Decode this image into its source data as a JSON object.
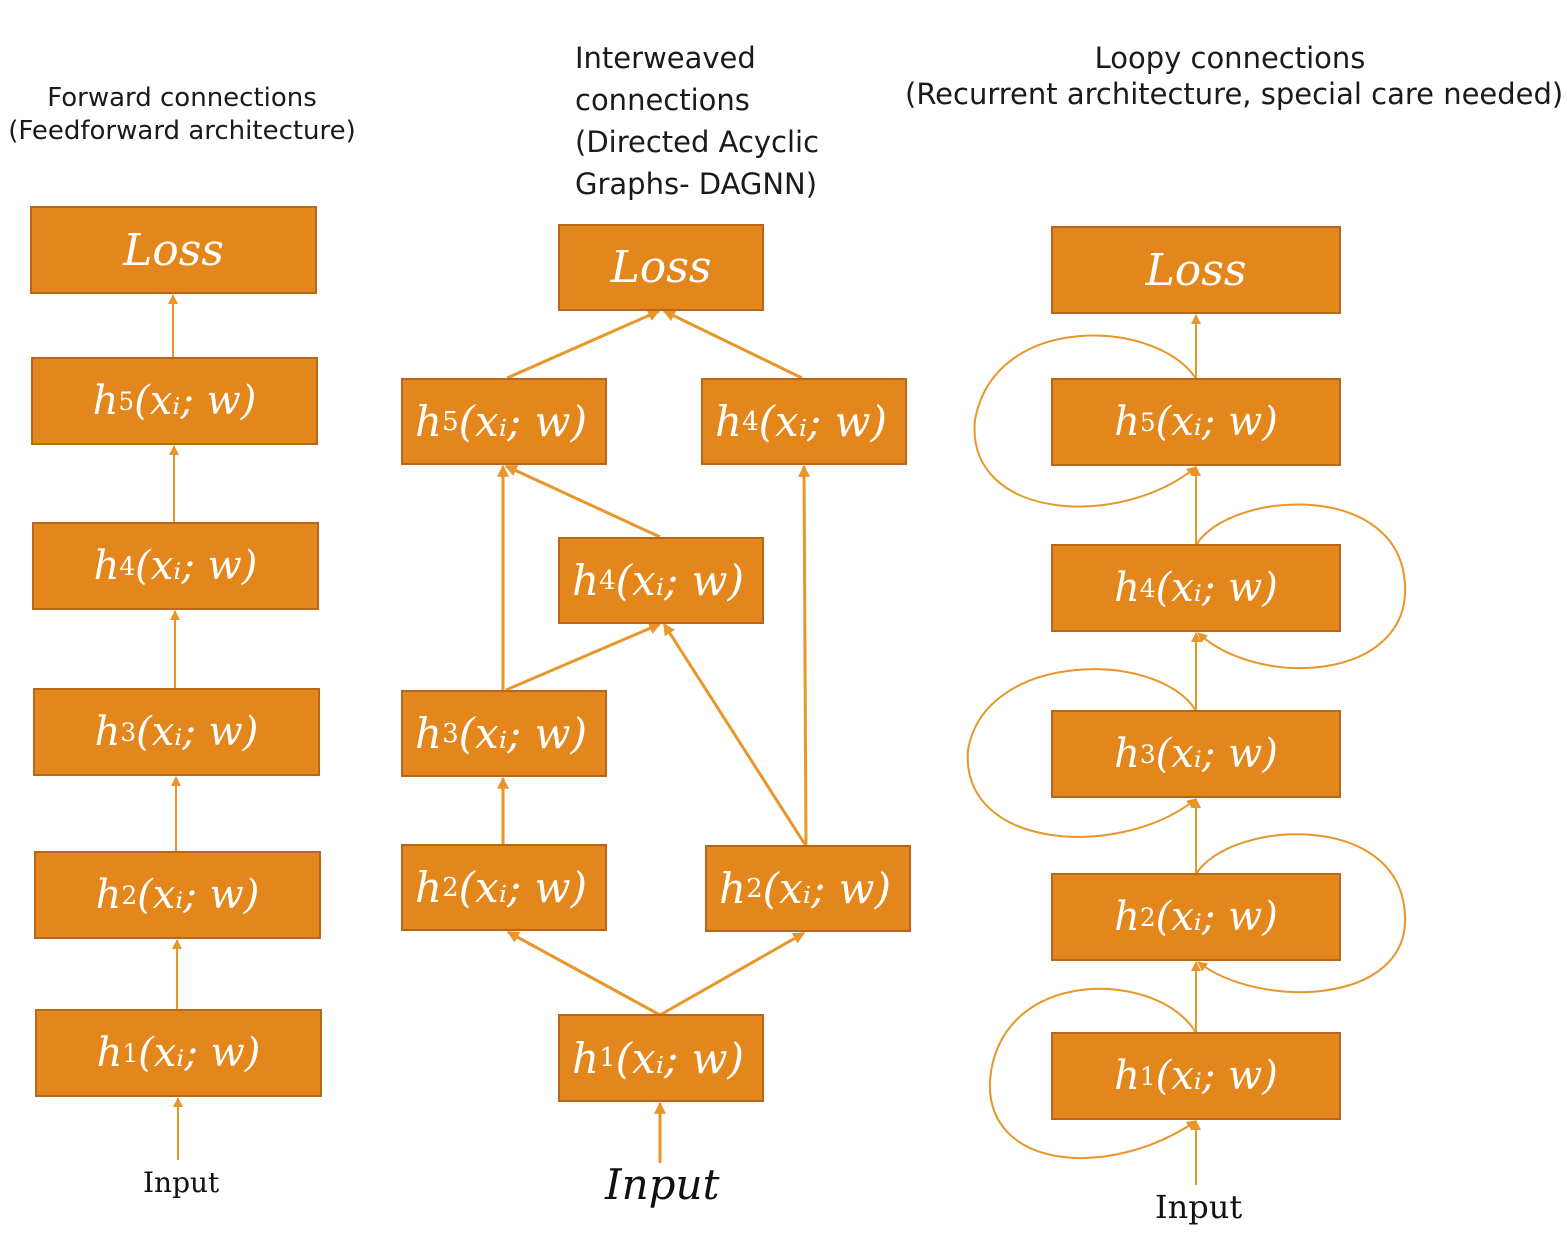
{
  "columns": {
    "feedforward": {
      "title": [
        "Forward connections",
        "(Feedforward architecture)"
      ],
      "loss": "Loss",
      "nodes": [
        {
          "h": "h",
          "sub": "5",
          "rest": "(xᵢ; w)"
        },
        {
          "h": "h",
          "sub": "4",
          "rest": "(xᵢ; w)"
        },
        {
          "h": "h",
          "sub": "3",
          "rest": "(xᵢ; w)"
        },
        {
          "h": "h",
          "sub": "2",
          "rest": "(xᵢ; w)"
        },
        {
          "h": "h",
          "sub": "1",
          "rest": "(xᵢ; w)"
        }
      ],
      "input": "Input"
    },
    "dag": {
      "title": [
        "Interweaved",
        "connections",
        "(Directed Acyclic",
        "Graphs- DAGNN)"
      ],
      "loss": "Loss",
      "nodes": [
        {
          "h": "h",
          "sub": "5",
          "rest": "(xᵢ; w)"
        },
        {
          "h": "h",
          "sub": "4",
          "rest": "(xᵢ; w)"
        },
        {
          "h": "h",
          "sub": "4",
          "rest": "(xᵢ; w)"
        },
        {
          "h": "h",
          "sub": "3",
          "rest": "(xᵢ; w)"
        },
        {
          "h": "h",
          "sub": "2",
          "rest": "(xᵢ; w)"
        },
        {
          "h": "h",
          "sub": "2",
          "rest": "(xᵢ; w)"
        },
        {
          "h": "h",
          "sub": "1",
          "rest": "(xᵢ; w)"
        }
      ],
      "input": "Input"
    },
    "loopy": {
      "title": [
        "Loopy connections",
        "(Recurrent architecture, special care needed)"
      ],
      "loss": "Loss",
      "nodes": [
        {
          "h": "h",
          "sub": "5",
          "rest": "(xᵢ; w)"
        },
        {
          "h": "h",
          "sub": "4",
          "rest": "(xᵢ; w)"
        },
        {
          "h": "h",
          "sub": "3",
          "rest": "(xᵢ; w)"
        },
        {
          "h": "h",
          "sub": "2",
          "rest": "(xᵢ; w)"
        },
        {
          "h": "h",
          "sub": "1",
          "rest": "(xᵢ; w)"
        }
      ],
      "input": "Input"
    }
  },
  "colors": {
    "box_fill": "#e3861b",
    "box_border": "#b9651a",
    "edge": "#e8962a",
    "text": "#ffffff"
  }
}
